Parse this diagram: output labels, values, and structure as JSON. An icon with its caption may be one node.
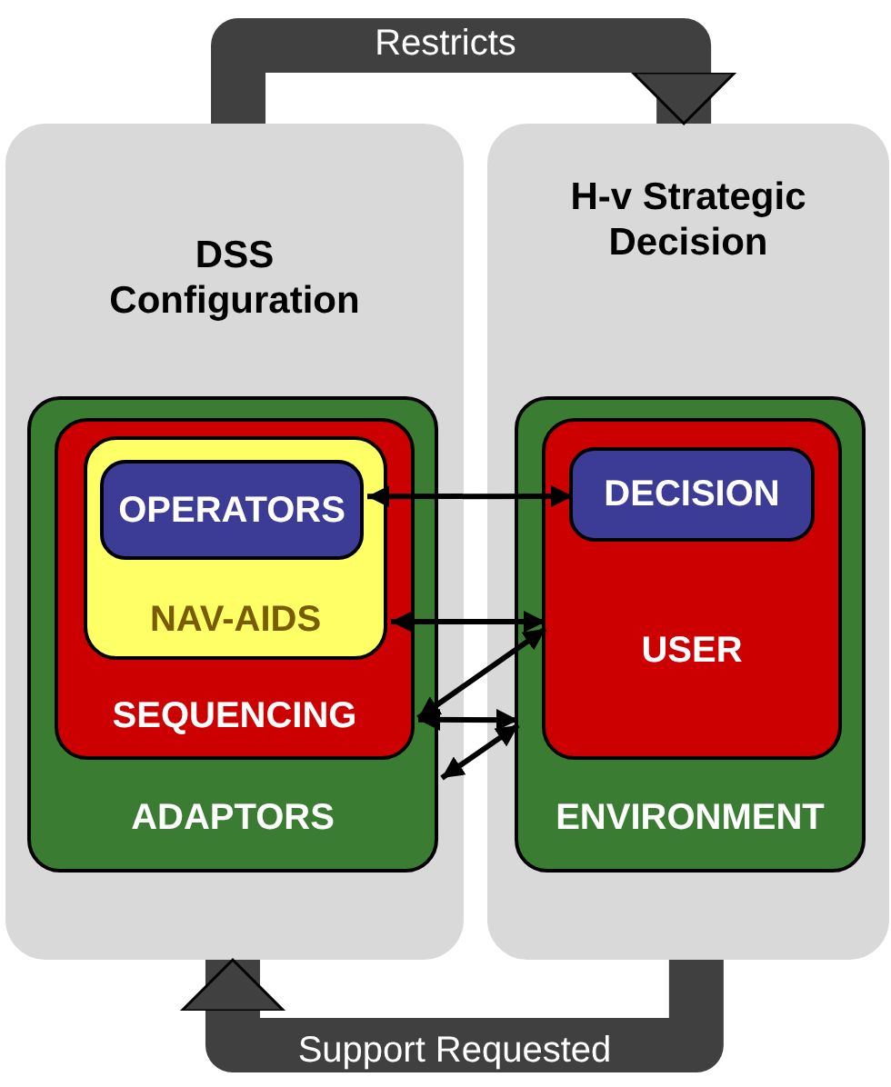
{
  "diagram": {
    "nodes": [
      {
        "text": [
          "DSS Configuration"
        ]
      },
      {
        "text": [
          "H-v Strategic Decision"
        ]
      },
      {
        "text": [
          "ADAPTORS"
        ],
        "in": 0
      },
      {
        "text": [
          "SEQUENCING"
        ],
        "in": 2
      },
      {
        "text": [
          "NAV-AIDS"
        ],
        "in": 3
      },
      {
        "text": [
          "OPERATORS"
        ],
        "in": 4
      },
      {
        "text": [
          "ENVIRONMENT"
        ],
        "in": 1
      },
      {
        "text": [
          "USER"
        ],
        "in": 6
      },
      {
        "text": [
          "DECISION"
        ],
        "in": 7
      }
    ],
    "edges": [
      {
        "from": 0,
        "to": 1,
        "arrow": "to",
        "label": "Restricts",
        "style": "thick",
        "color": "#404040"
      },
      {
        "from": 1,
        "to": 0,
        "arrow": "to",
        "label": "Support Requested",
        "style": "thick",
        "color": "#404040"
      },
      {
        "from": 5,
        "to": 8,
        "arrow": "both"
      },
      {
        "from": 4,
        "to": 7,
        "arrow": "both"
      },
      {
        "from": 7,
        "to": 3,
        "arrow": "both"
      },
      {
        "from": 3,
        "to": 6,
        "arrow": "both"
      },
      {
        "from": 6,
        "to": 2,
        "arrow": "both"
      }
    ]
  }
}
